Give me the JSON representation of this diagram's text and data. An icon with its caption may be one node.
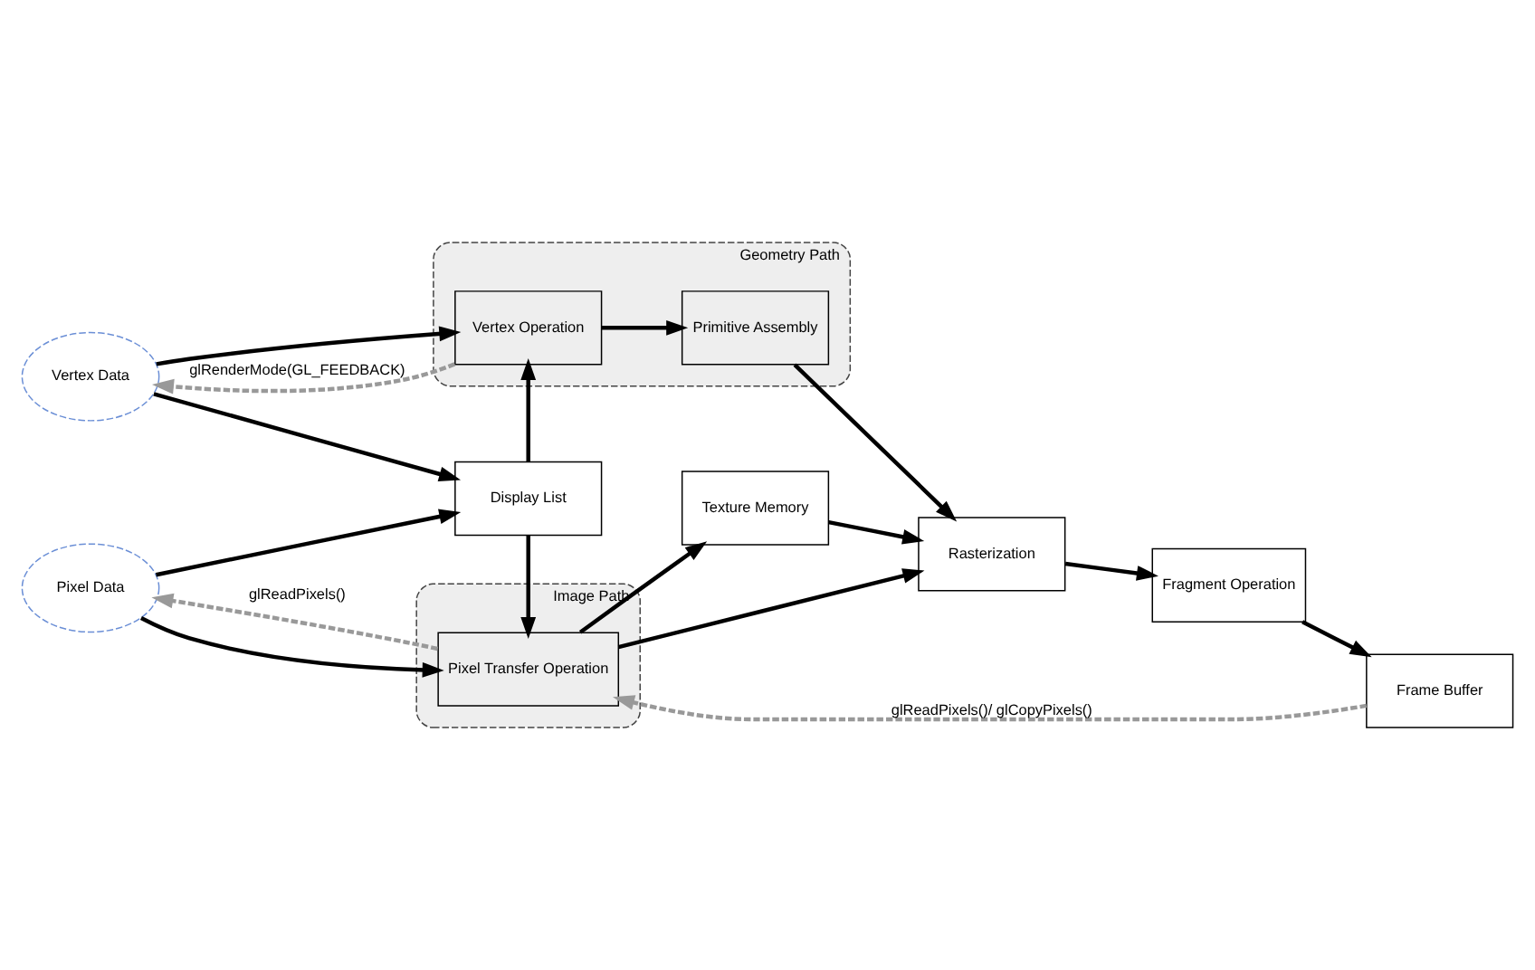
{
  "diagram": {
    "nodes": [
      {
        "text": [
          "Vertex Data"
        ]
      },
      {
        "text": [
          "Geometry Path"
        ]
      },
      {
        "text": [
          "Vertex Operation"
        ],
        "in": 1
      },
      {
        "text": [
          "Primitive Assembly"
        ],
        "in": 1
      },
      {
        "text": [
          "Display List"
        ]
      },
      {
        "text": [
          "Texture Memory"
        ]
      },
      {
        "text": [
          "Rasterization"
        ]
      },
      {
        "text": [
          "Fragment Operation"
        ]
      },
      {
        "text": [
          "Image Path"
        ]
      },
      {
        "text": [
          "Pixel Data"
        ]
      },
      {
        "text": [
          "Pixel Transfer Operation"
        ],
        "in": 8
      },
      {
        "text": [
          "Frame Buffer"
        ]
      }
    ],
    "edges": [
      {
        "from": 0,
        "to": 2,
        "arrow": "to"
      },
      {
        "from": 2,
        "to": 3,
        "arrow": "to"
      },
      {
        "from": 3,
        "to": 6,
        "arrow": "to"
      },
      {
        "from": 0,
        "to": 4,
        "arrow": "to"
      },
      {
        "from": 9,
        "to": 4,
        "arrow": "to"
      },
      {
        "from": 4,
        "to": 2,
        "arrow": "to"
      },
      {
        "from": 4,
        "to": 10,
        "arrow": "to"
      },
      {
        "from": 9,
        "to": 10,
        "arrow": "to"
      },
      {
        "from": 10,
        "to": 5,
        "arrow": "to"
      },
      {
        "from": 5,
        "to": 6,
        "arrow": "to"
      },
      {
        "from": 10,
        "to": 6,
        "arrow": "to"
      },
      {
        "from": 6,
        "to": 7,
        "arrow": "to"
      },
      {
        "from": 7,
        "to": 11,
        "arrow": "to"
      },
      {
        "from": 2,
        "to": 0,
        "arrow": "to",
        "label": "glRenderMode(GL_FEEDBACK)",
        "style": "dashed",
        "color": "#999999"
      },
      {
        "from": 10,
        "to": 9,
        "arrow": "to",
        "label": "glReadPixels()",
        "style": "dashed",
        "color": "#999999"
      },
      {
        "from": 11,
        "to": 10,
        "arrow": "to",
        "label": "glReadPixels()/ glCopyPixels()",
        "style": "dashed",
        "color": "#999999"
      }
    ]
  }
}
